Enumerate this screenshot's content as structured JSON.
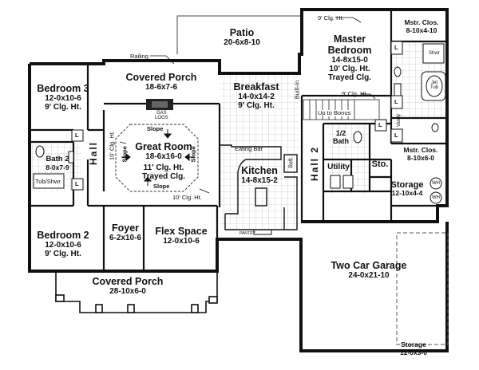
{
  "rooms": {
    "patio": {
      "name": "Patio",
      "dims": "20-6x8-10"
    },
    "master_bedroom": {
      "name": "Master\nBedroom",
      "dims": "14-8x15-0",
      "note1": "10' Clg. Ht.",
      "note2": "Trayed Clg."
    },
    "mstr_clos_top": {
      "name": "Mstr. Clos.",
      "dims": "8-10x4-10"
    },
    "bedroom3": {
      "name": "Bedroom 3",
      "dims": "12-0x10-6",
      "note": "9' Clg. Ht."
    },
    "covered_porch_top": {
      "name": "Covered Porch",
      "dims": "18-6x7-6"
    },
    "breakfast": {
      "name": "Breakfast",
      "dims": "14-0x14-2",
      "note": "9' Clg. Ht."
    },
    "great_room": {
      "name": "Great Room",
      "dims": "18-6x16-0",
      "note1": "11' Clg. Ht.",
      "note2": "Trayed Clg."
    },
    "bath2": {
      "name": "Bath 2",
      "dims": "8-0x7-9"
    },
    "kitchen": {
      "name": "Kitchen",
      "dims": "14-8x15-2"
    },
    "half_bath": {
      "name": "1/2\nBath"
    },
    "mstr_clos_mid": {
      "name": "Mstr. Clos.",
      "dims": "8-10x6-0"
    },
    "utility": {
      "name": "Utility"
    },
    "sto": {
      "name": "Sto."
    },
    "storage_mid": {
      "name": "Storage",
      "dims": "12-10x4-4"
    },
    "bedroom2": {
      "name": "Bedroom 2",
      "dims": "12-0x10-6",
      "note": "9' Clg. Ht."
    },
    "foyer": {
      "name": "Foyer",
      "dims": "6-2x10-6"
    },
    "flex_space": {
      "name": "Flex Space",
      "dims": "12-0x10-6"
    },
    "covered_porch_bottom": {
      "name": "Covered Porch",
      "dims": "28-10x6-0"
    },
    "garage": {
      "name": "Two Car Garage",
      "dims": "24-0x21-10"
    },
    "storage_garage": {
      "name": "Storage",
      "dims": "12-0x3-0"
    }
  },
  "halls": {
    "left": "Hall",
    "right": "Hall 2"
  },
  "notes": {
    "railing": "Railing",
    "nine_clg_top": "9' Clg. Ht.",
    "nine_clg_master": "9' Clg. Ht.",
    "built_in": "Built-In",
    "up_to_bonus": "Up to Bonus",
    "eating_bar": "Eating Bar",
    "refr": "Refr.",
    "slope_top": "Slope",
    "slope_bottom": "Slope",
    "slope_left": "Slope",
    "slope_right": "Slope",
    "ten_clg_left": "10' Clg. Ht.",
    "ten_clg_bottom": "10' Clg. Ht.",
    "tub_shwr": "Tub/Shwr",
    "shwr": "Shwr",
    "jet_tub": "Jet\nTub",
    "vanity": "Vanity",
    "wh1": "WH",
    "wh2": "WH",
    "gas_logs": "GAS\nLOGS",
    "pantry": "PANTRY",
    "l_mark": "L"
  }
}
